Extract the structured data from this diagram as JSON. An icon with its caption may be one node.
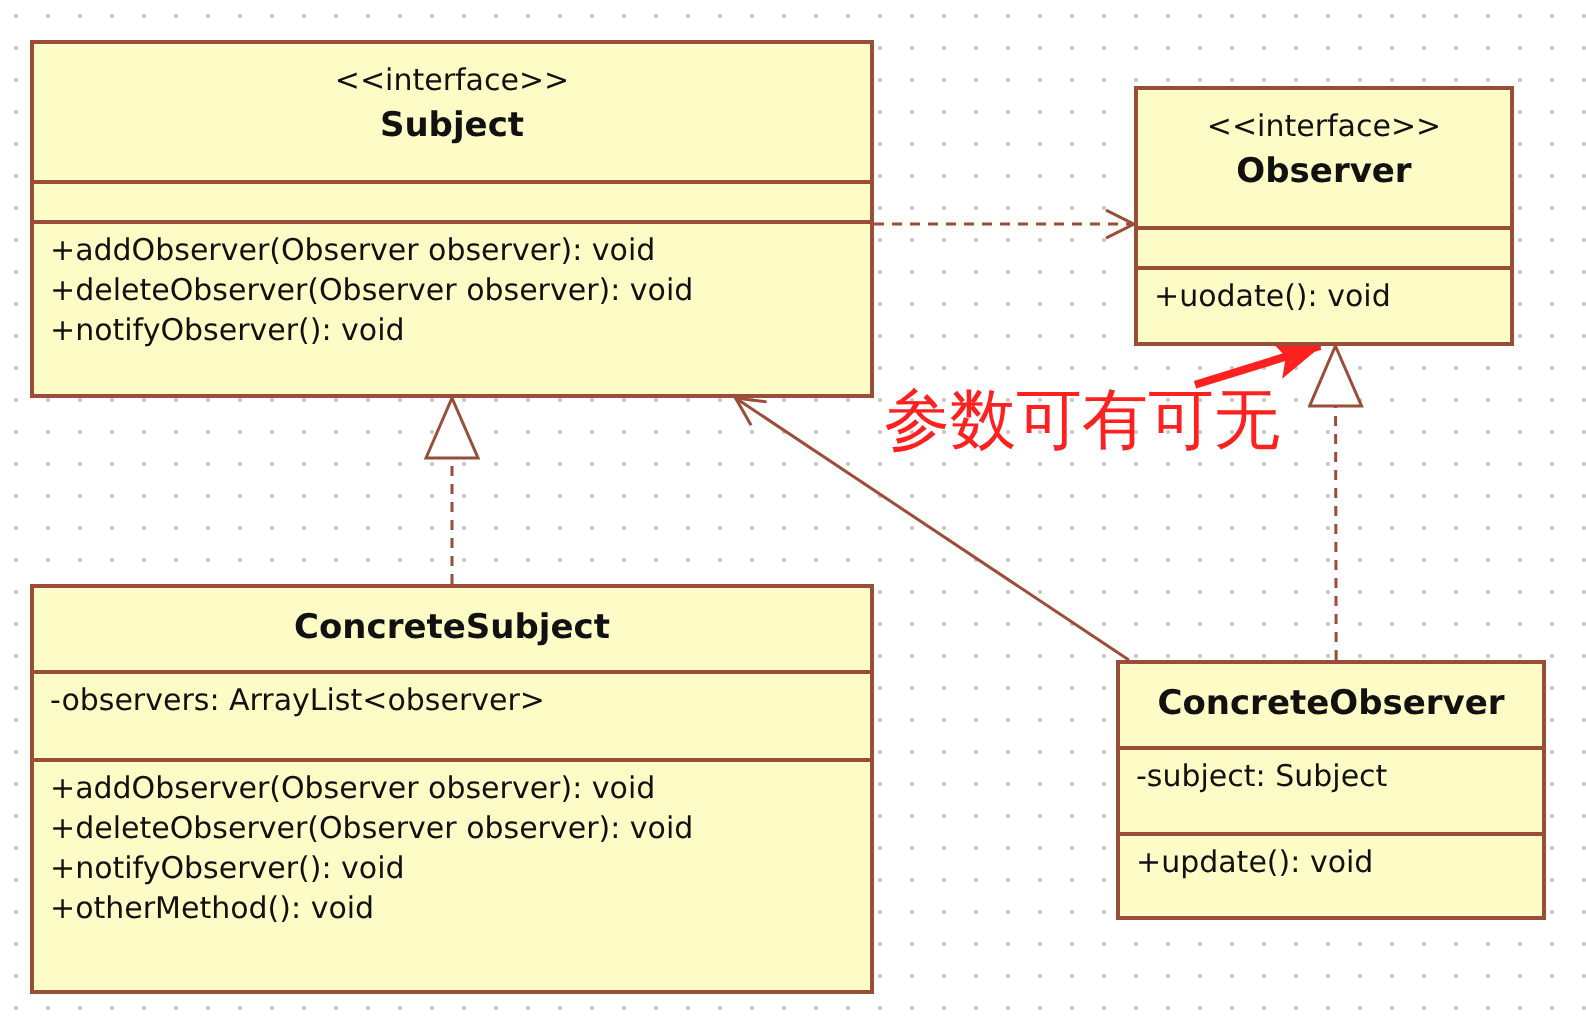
{
  "diagram": {
    "nodes": [
      {
        "text": [
          "<<interface>>",
          "Subject",
          "+addObserver(Observer observer): void",
          "+deleteObserver(Observer observer): void",
          "+notifyObserver(): void"
        ]
      },
      {
        "text": [
          "<<interface>>",
          "Observer",
          "+uodate(): void"
        ]
      },
      {
        "text": [
          "ConcreteSubject",
          "-observers: ArrayList<observer>",
          "+addObserver(Observer observer): void",
          "+deleteObserver(Observer observer): void",
          "+notifyObserver(): void",
          "+otherMethod(): void"
        ]
      },
      {
        "text": [
          "ConcreteObserver",
          "-subject: Subject",
          "+update(): void"
        ]
      },
      {
        "text": [
          "参数可有可无"
        ]
      }
    ],
    "edges": [
      {
        "from": 0,
        "to": 1,
        "arrow": "to",
        "style": "dashed"
      },
      {
        "from": 2,
        "to": 0,
        "arrow": "to",
        "style": "dashed"
      },
      {
        "from": 3,
        "to": 0,
        "arrow": "to"
      },
      {
        "from": 3,
        "to": 1,
        "arrow": "to",
        "style": "dashed"
      },
      {
        "from": 4,
        "to": 1,
        "arrow": "to",
        "style": "thick",
        "color": "#ff2020"
      }
    ]
  }
}
